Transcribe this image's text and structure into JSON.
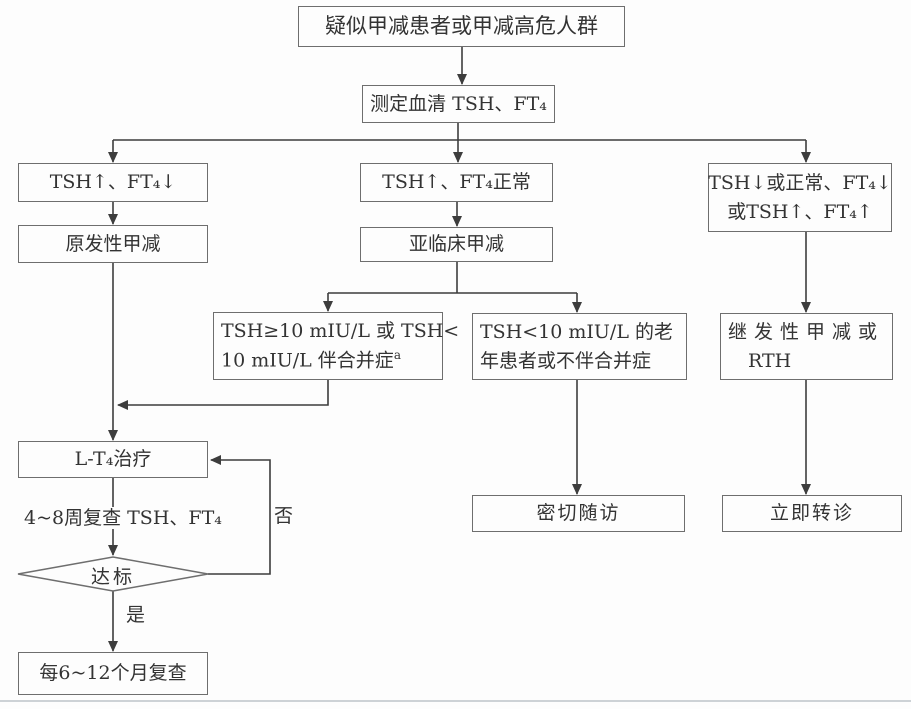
{
  "palette": {
    "line": "#3d3d3d",
    "box_border": "#6e6e6e",
    "text": "#333333",
    "background": "#fdfdfd",
    "divider": "#cdd2d6"
  },
  "nodes": {
    "start": "疑似甲减患者或甲减高危人群",
    "measure": "测定血清 TSH、FT₄",
    "tsh_up_ft4_down": "TSH↑、FT₄↓",
    "primary_hypo": "原发性甲减",
    "tsh_up_ft4_normal": "TSH↑、FT₄正常",
    "subclinical_hypo": "亚临床甲减",
    "tsh_ge10_line1": "TSH≥10 mIU/L 或 TSH<",
    "tsh_ge10_line2": "10 mIU/L 伴合并症",
    "tsh_ge10_sup": "a",
    "tsh_lt10_line1": "TSH<10 mIU/L 的老",
    "tsh_lt10_line2": "年患者或不伴合并症",
    "tsh_abnormal_line1": "TSH↓或正常、FT₄↓",
    "tsh_abnormal_line2": "或TSH↑、FT₄↑",
    "secondary_line1": "继发性甲减或",
    "secondary_line2": "RTH",
    "lt4_therapy": "L-T₄治疗",
    "decision_target": "达标",
    "periodic_recheck": "每6~12个月复查",
    "close_followup": "密切随访",
    "immediate_referral": "立即转诊"
  },
  "labels": {
    "recheck_4_8_weeks": "4~8周复查 TSH、FT₄",
    "no": "否",
    "yes": "是"
  }
}
